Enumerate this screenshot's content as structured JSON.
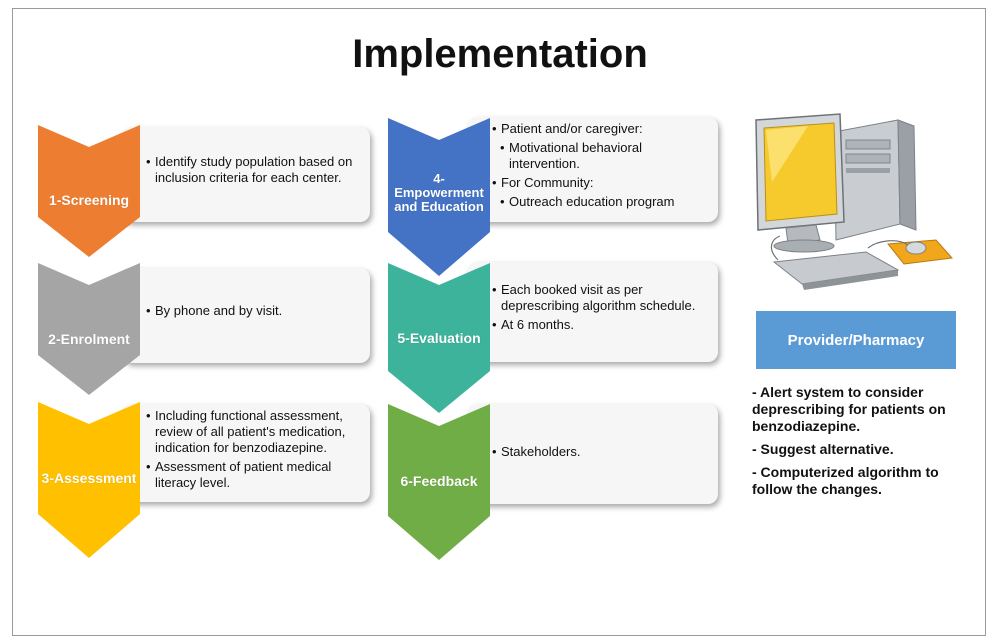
{
  "title": "Implementation",
  "steps": [
    {
      "label": "1-Screening",
      "color": "#ed7d31",
      "bullets": [
        "Identify study population based on inclusion criteria for each center."
      ]
    },
    {
      "label": "2-Enrolment",
      "color": "#a5a5a5",
      "bullets": [
        "By phone and by visit."
      ]
    },
    {
      "label": "3-Assessment",
      "color": "#ffc000",
      "bullets": [
        "Including functional assessment, review of all patient's medication, indication for benzodiazepine.",
        "Assessment of patient medical literacy level."
      ]
    },
    {
      "label_line1": "4-",
      "label_line2": "Empowerment",
      "label_line3": "and Education",
      "color": "#4472c4",
      "bullets": [
        "Patient and/or caregiver:",
        "Motivational behavioral intervention.",
        "For Community:",
        "Outreach education program"
      ]
    },
    {
      "label": "5-Evaluation",
      "color": "#3cb39a",
      "bullets": [
        "Each booked visit as per deprescribing algorithm schedule.",
        "At 6 months."
      ]
    },
    {
      "label": "6-Feedback",
      "color": "#70ad47",
      "bullets": [
        "Stakeholders."
      ]
    }
  ],
  "provider": {
    "label": "Provider/Pharmacy",
    "color": "#5b9bd5",
    "notes": [
      "- Alert system to consider deprescribing for patients on benzodiazepine.",
      "- Suggest alternative.",
      "- Computerized algorithm to follow the changes."
    ]
  },
  "icons": {
    "computer": "desktop-computer-icon"
  }
}
